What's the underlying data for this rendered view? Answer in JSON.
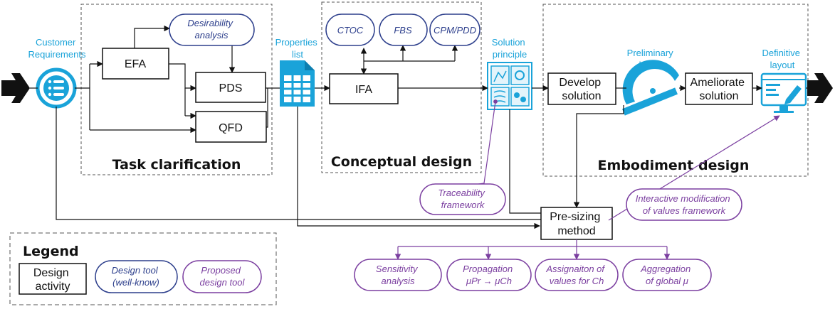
{
  "inputs": {
    "customer_requirements": [
      "Customer",
      "Requirements"
    ],
    "properties_list": [
      "Properties",
      "list"
    ],
    "solution_principle": [
      "Solution",
      "principle"
    ],
    "preliminary_layout": [
      "Preliminary",
      "layout"
    ],
    "definitive_layout": [
      "Definitive",
      "layout"
    ]
  },
  "phases": {
    "task_clarification": "Task clarification",
    "conceptual_design": "Conceptual design",
    "embodiment_design": "Embodiment design"
  },
  "activities": {
    "efa": "EFA",
    "pds": "PDS",
    "qfd": "QFD",
    "ifa": "IFA",
    "develop_solution": [
      "Develop",
      "solution"
    ],
    "ameliorate_solution": [
      "Ameliorate",
      "solution"
    ],
    "pre_sizing_method": [
      "Pre-sizing",
      "method"
    ]
  },
  "known_tools": {
    "desirability_analysis": [
      "Desirability",
      "analysis"
    ],
    "ctoc": "CTOC",
    "fbs": "FBS",
    "cpm_pdd": "CPM/PDD"
  },
  "proposed_tools": {
    "traceability_framework": [
      "Traceability",
      "framework"
    ],
    "interactive_modification": [
      "Interactive modification",
      "of values framework"
    ],
    "sensitivity_analysis": [
      "Sensitivity",
      "analysis"
    ],
    "propagation": [
      "Propagation",
      "μPr → μCh"
    ],
    "assignation": [
      "Assignaiton of",
      "values for Ch"
    ],
    "aggregation": [
      "Aggregation",
      "of global μ"
    ]
  },
  "legend": {
    "title": "Legend",
    "design_activity": [
      "Design",
      "activity"
    ],
    "design_tool_known": [
      "Design tool",
      "(well-know)"
    ],
    "proposed_design_tool": [
      "Proposed",
      "design tool"
    ]
  },
  "colors": {
    "activity": "#111111",
    "known_tool": "#2d3f8c",
    "proposed_tool": "#7b3fa0",
    "icon": "#1aa3d9",
    "phase_border": "#555555"
  }
}
